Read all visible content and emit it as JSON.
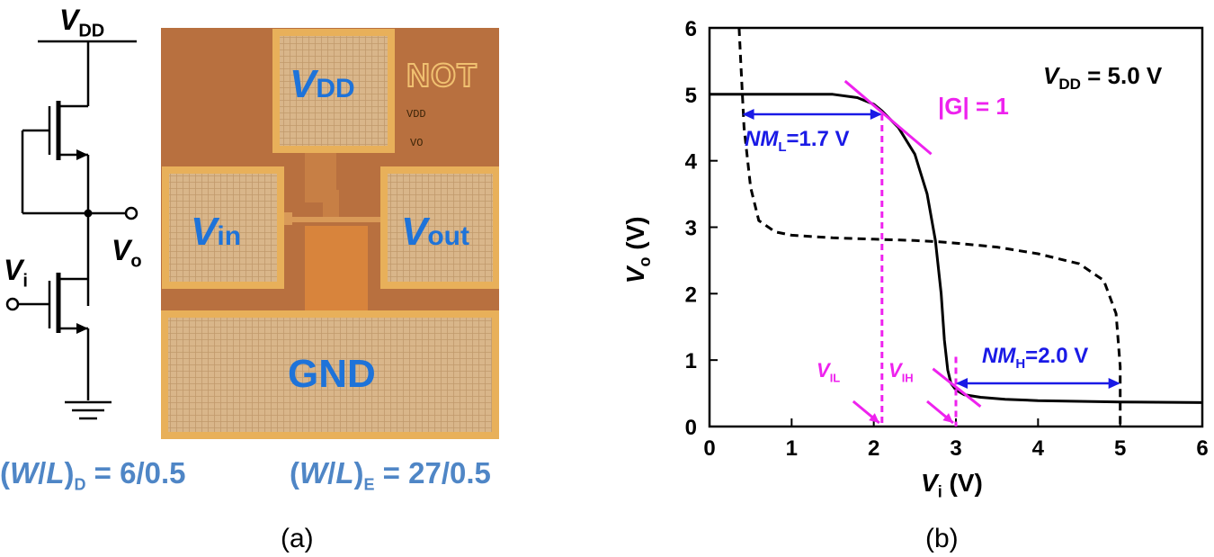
{
  "panel_a": {
    "label": "(a)",
    "circuit": {
      "vdd": "V",
      "vdd_sub": "DD",
      "vo": "V",
      "vo_sub": "o",
      "vi": "V",
      "vi_sub": "i"
    },
    "chip": {
      "pad_vdd": "V",
      "pad_vdd_sub": "DD",
      "pad_vin": "V",
      "pad_vin_sub": "in",
      "pad_vout": "V",
      "pad_vout_sub": "out",
      "pad_gnd": "GND",
      "logo": "NOT",
      "small_1": "VDD",
      "small_2": "VO"
    },
    "ratio_d": {
      "prefix": "(",
      "w": "W",
      "slash": "/",
      "l": "L",
      "close": ")",
      "sub": "D",
      "value": " = 6/0.5"
    },
    "ratio_e": {
      "prefix": "(",
      "w": "W",
      "slash": "/",
      "l": "L",
      "close": ")",
      "sub": "E",
      "value": " = 27/0.5"
    },
    "colors": {
      "chip_bg": "#b8703f",
      "pad": "#d6b489",
      "pad_border": "#e3b26a",
      "label_blue": "#1e73d9",
      "ratio_blue": "#4f86c6"
    }
  },
  "panel_b": {
    "label": "(b)",
    "vdd_label": {
      "v": "V",
      "sub": "DD",
      "value": " = 5.0 V"
    },
    "gain_label": "|G| = 1",
    "nml_label": {
      "nm": "NM",
      "sub": "L",
      "value": "=1.7 V"
    },
    "nmh_label": {
      "nm": "NM",
      "sub": "H",
      "value": "=2.0 V"
    },
    "vil_label": {
      "v": "V",
      "sub": "IL"
    },
    "vih_label": {
      "v": "V",
      "sub": "IH"
    },
    "xlabel": {
      "v": "V",
      "sub": "i",
      "unit": " (V)"
    },
    "ylabel": {
      "v": "V",
      "sub": "o",
      "unit": " (V)"
    },
    "colors": {
      "annotation_magenta": "#ee22ee",
      "arrow_blue": "#1a1ae6",
      "curve": "#000000"
    }
  },
  "chart_data": {
    "type": "line",
    "xlim": [
      0,
      6
    ],
    "ylim": [
      0,
      6
    ],
    "xticks": [
      0,
      1,
      2,
      3,
      4,
      5,
      6
    ],
    "yticks": [
      0,
      1,
      2,
      3,
      4,
      5,
      6
    ],
    "grid": false,
    "series": [
      {
        "style": "solid",
        "x": [
          0,
          0.5,
          1.0,
          1.5,
          1.8,
          2.0,
          2.1,
          2.3,
          2.5,
          2.65,
          2.75,
          2.82,
          2.86,
          2.9,
          2.94,
          3.0,
          3.1,
          3.3,
          3.6,
          4.0,
          5.0,
          6.0
        ],
        "y": [
          5.0,
          5.0,
          5.0,
          5.0,
          4.95,
          4.85,
          4.75,
          4.5,
          4.1,
          3.5,
          2.8,
          2.0,
          1.3,
          0.85,
          0.65,
          0.55,
          0.48,
          0.44,
          0.41,
          0.39,
          0.37,
          0.36
        ]
      },
      {
        "style": "dashed",
        "x": [
          0.36,
          0.38,
          0.42,
          0.5,
          0.6,
          0.8,
          1.0,
          1.5,
          2.0,
          2.5,
          2.8,
          3.0,
          3.5,
          4.0,
          4.5,
          4.8,
          4.95,
          5.0,
          5.0
        ],
        "y": [
          6.0,
          5.5,
          4.5,
          3.6,
          3.1,
          2.93,
          2.88,
          2.84,
          2.82,
          2.8,
          2.78,
          2.76,
          2.7,
          2.6,
          2.45,
          2.2,
          1.7,
          0.9,
          0.0
        ]
      }
    ],
    "annotations": {
      "VIL": 2.1,
      "VIH": 3.0,
      "NM_L": [
        0.4,
        2.1,
        4.7
      ],
      "NM_H": [
        3.0,
        5.0,
        0.65
      ]
    }
  }
}
